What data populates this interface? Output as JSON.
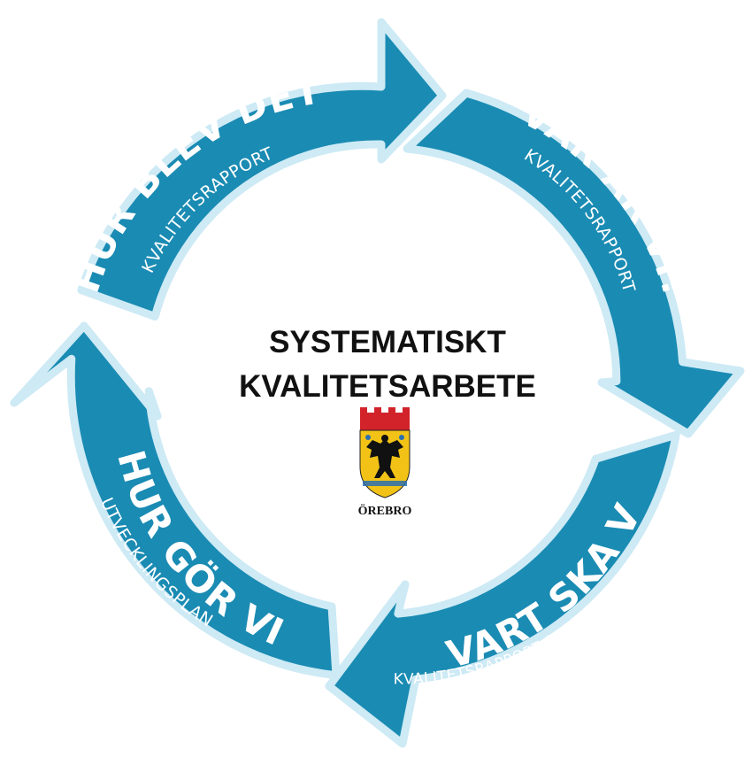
{
  "colors": {
    "arrow": "#1a8bb3",
    "arrow_edge": "#cdeaf5",
    "text_on_arrow": "#ffffff",
    "center_text": "#111111"
  },
  "center": {
    "title_line1": "SYSTEMATISKT",
    "title_line2": "KVALITETSARBETE",
    "city": "ÖREBRO",
    "logo_icon": "orebro-coat-of-arms"
  },
  "segments": [
    {
      "id": "top-left",
      "title": "HUR BLEV DET?",
      "subtitle": "KVALITETSRAPPORT"
    },
    {
      "id": "top-right",
      "title": "VAR ÄR VI?",
      "subtitle": "KVALITETSRAPPORT"
    },
    {
      "id": "bottom-right",
      "title": "VART SKA VI?",
      "subtitle": "KVALITETSRAPPORT & UTVECKLINGSPLAN"
    },
    {
      "id": "bottom-left",
      "title": "HUR GÖR VI?",
      "subtitle": "UTVECKLINGSPLAN"
    }
  ]
}
